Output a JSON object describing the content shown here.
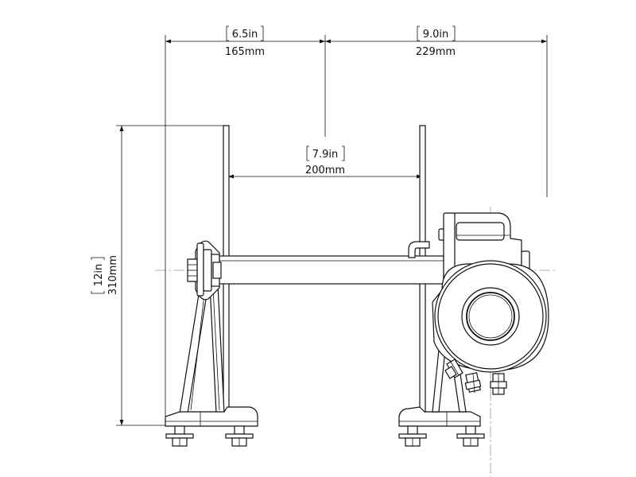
{
  "dimensions": {
    "top_left": {
      "imperial": "6.5in",
      "metric": "165mm"
    },
    "top_right": {
      "imperial": "9.0in",
      "metric": "229mm"
    },
    "middle": {
      "imperial": "7.9in",
      "metric": "200mm"
    },
    "height": {
      "imperial": "12in",
      "metric": "310mm"
    }
  }
}
